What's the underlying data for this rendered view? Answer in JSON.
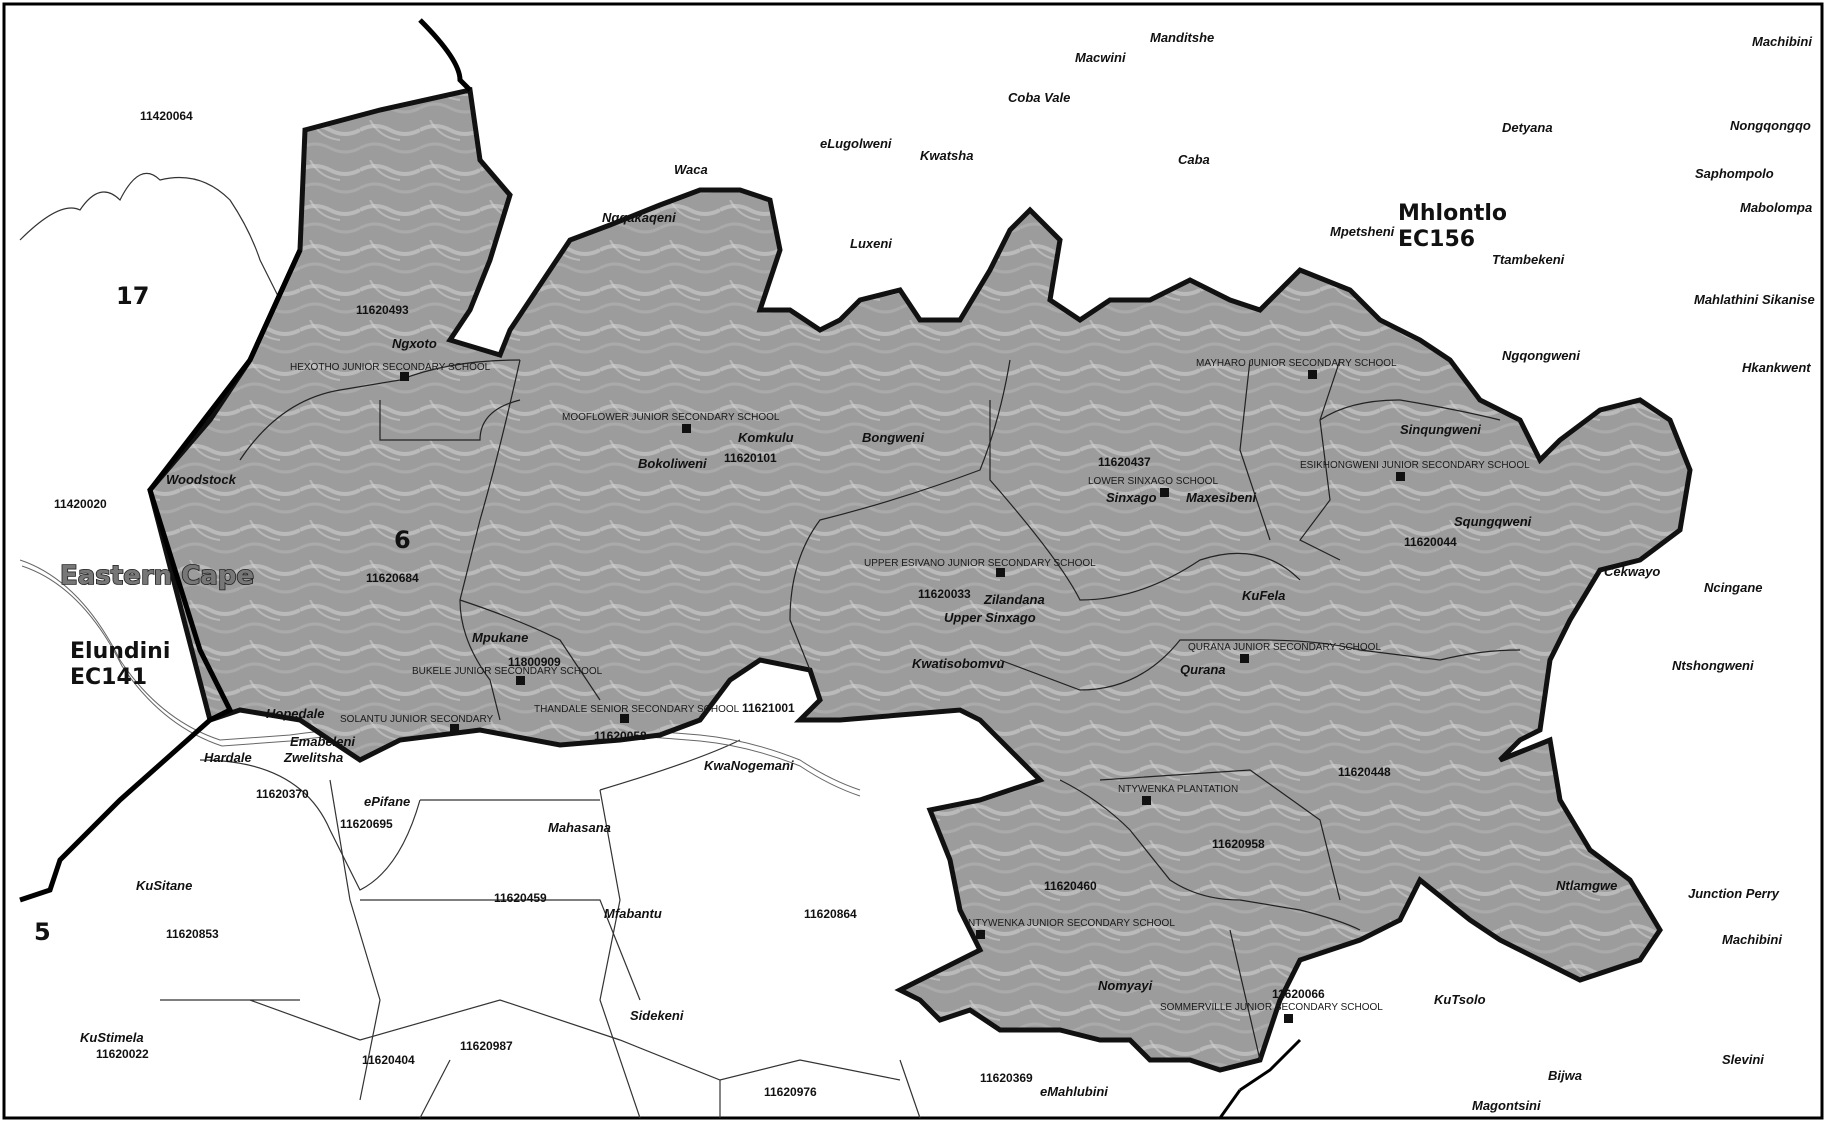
{
  "province_label": "Eastern Cape",
  "municipalities": [
    {
      "name": "Mhlontlo",
      "code": "EC156"
    },
    {
      "name": "Elundini",
      "code": "EC141"
    }
  ],
  "wards": [
    "17",
    "6",
    "5"
  ],
  "places": [
    "Manditshe",
    "Macwini",
    "Machibini",
    "Coba Vale",
    "Detyana",
    "Nongqongqo",
    "eLugolweni",
    "Kwatsha",
    "Caba",
    "Waca",
    "Saphompolo",
    "Mabolompa",
    "Ngqakaqeni",
    "Luxeni",
    "Mpetsheni",
    "Ttambekeni",
    "Mahlathini",
    "Sikanise",
    "Ngxoto",
    "Ngqongweni",
    "Hkankwent",
    "Komkulu",
    "Bongweni",
    "Bokoliweni",
    "Sinqungweni",
    "Woodstock",
    "Sinxago",
    "Maxesibeni",
    "Squngqweni",
    "Zilandana",
    "Upper Sinxago",
    "KuFela",
    "Cekwayo",
    "Ncingane",
    "Mpukane",
    "Qurana",
    "Ntshongweni",
    "Kwatisobomvu",
    "Hopedale",
    "Emabeleni",
    "Hardale",
    "Zwelitsha",
    "KwaNogemani",
    "ePifane",
    "Mahasana",
    "Ntlamgwe",
    "Junction Perry",
    "KuSitane",
    "Mfabantu",
    "Machibini",
    "Nomyayi",
    "KuTsolo",
    "KuStimela",
    "Sidekeni",
    "Bijwa",
    "Slevini",
    "eMahlubini",
    "Magontsini"
  ],
  "area_codes": [
    "11420064",
    "11620493",
    "11420020",
    "11620684",
    "11620101",
    "11620437",
    "11620044",
    "11620033",
    "11800909",
    "11621001",
    "11620058",
    "11620448",
    "11620370",
    "11620695",
    "11620958",
    "11620459",
    "11620460",
    "11620853",
    "11620864",
    "11620066",
    "11620022",
    "11620987",
    "11620404",
    "11620976",
    "11620369"
  ],
  "schools": [
    "HEXOTHO JUNIOR SECONDARY SCHOOL",
    "MOOFLOWER JUNIOR SECONDARY SCHOOL",
    "MAYHARO JUNIOR SECONDARY SCHOOL",
    "LOWER SINXAGO SCHOOL",
    "ESIKHONGWENI JUNIOR SECONDARY SCHOOL",
    "UPPER ESIVANO JUNIOR SECONDARY SCHOOL",
    "BUKELE JUNIOR SECONDARY SCHOOL",
    "SOLANTU JUNIOR SECONDARY",
    "THANDALE SENIOR SECONDARY SCHOOL",
    "QURANA JUNIOR SECONDARY SCHOOL",
    "NTYWENKA PLANTATION",
    "NTYWENKA JUNIOR SECONDARY SCHOOL",
    "SOMMERVILLE JUNIOR SECONDARY SCHOOL"
  ]
}
